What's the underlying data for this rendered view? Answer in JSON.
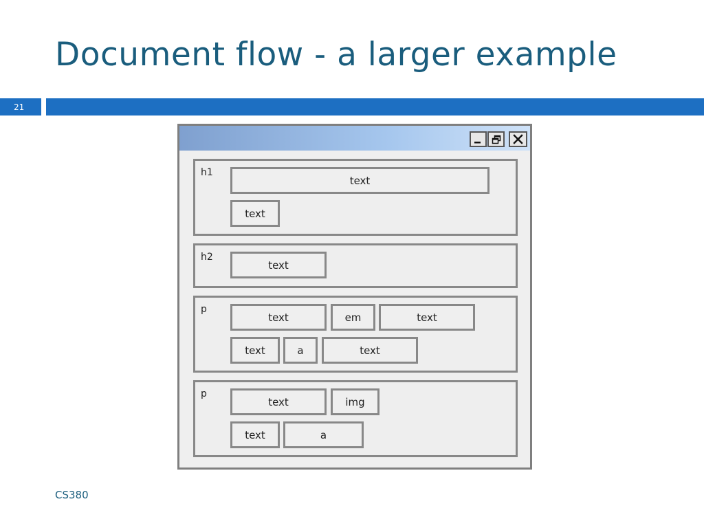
{
  "slide": {
    "title": "Document flow - a larger example",
    "slide_number": "21",
    "footer": "CS380"
  },
  "colors": {
    "title": "#1a5d7d",
    "accent_bar": "#1d6fc2",
    "box_border": "#888888",
    "panel_bg": "#eeeeee"
  },
  "window": {
    "buttons": [
      "minimize-icon",
      "restore-icon",
      "close-icon"
    ]
  },
  "elements": [
    {
      "tag": "h1",
      "rows": [
        [
          "text"
        ],
        [
          "text"
        ]
      ]
    },
    {
      "tag": "h2",
      "rows": [
        [
          "text"
        ]
      ]
    },
    {
      "tag": "p",
      "rows": [
        [
          "text",
          "em",
          "text"
        ],
        [
          "text",
          "a",
          "text"
        ]
      ]
    },
    {
      "tag": "p",
      "rows": [
        [
          "text",
          "img"
        ],
        [
          "text",
          "a"
        ]
      ]
    }
  ]
}
